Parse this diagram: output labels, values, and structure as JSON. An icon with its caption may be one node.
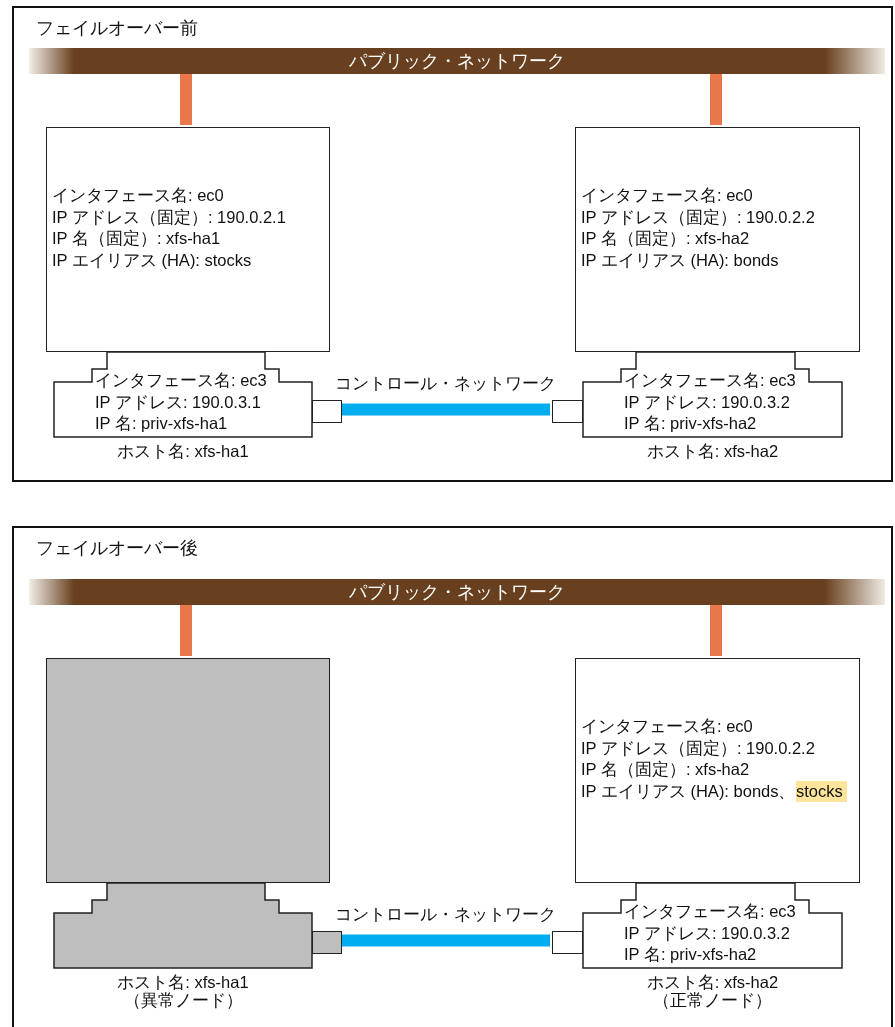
{
  "diagram": {
    "nodes": [
      {
        "text": [
          "フェイルオーバー前"
        ]
      },
      {
        "text": [
          "パブリック・ネットワーク"
        ],
        "in": 0
      },
      {
        "text": [
          "インタフェース名: ec0",
          "IP アドレス（固定）: 190.0.2.1",
          "IP 名（固定）: xfs-ha1",
          "IP エイリアス (HA): stocks"
        ],
        "in": 0
      },
      {
        "text": [
          "インタフェース名: ec3",
          "IP アドレス: 190.0.3.1",
          "IP 名: priv-xfs-ha1"
        ],
        "in": 0,
        "beside": [
          "ホスト名: xfs-ha1"
        ]
      },
      {
        "text": [],
        "shape": "box",
        "in": 0
      },
      {
        "text": [
          "インタフェース名: ec0",
          "IP アドレス（固定）: 190.0.2.2",
          "IP 名（固定）: xfs-ha2",
          "IP エイリアス (HA): bonds"
        ],
        "in": 0
      },
      {
        "text": [
          "インタフェース名: ec3",
          "IP アドレス: 190.0.3.2",
          "IP 名: priv-xfs-ha2"
        ],
        "in": 0,
        "beside": [
          "ホスト名: xfs-ha2"
        ]
      },
      {
        "text": [],
        "shape": "box",
        "in": 0
      },
      {
        "text": [
          "フェイルオーバー後"
        ]
      },
      {
        "text": [
          "パブリック・ネットワーク"
        ],
        "in": 8
      },
      {
        "text": [],
        "shape": "box",
        "in": 8
      },
      {
        "text": [],
        "shape": "box",
        "in": 8,
        "beside": [
          "ホスト名: xfs-ha1",
          "（異常ノード）"
        ]
      },
      {
        "text": [],
        "shape": "box",
        "in": 8
      },
      {
        "text": [
          "インタフェース名: ec0",
          "IP アドレス（固定）: 190.0.2.2",
          "IP 名（固定）: xfs-ha2",
          "IP エイリアス (HA): bonds、",
          "stocks"
        ],
        "in": 8
      },
      {
        "text": [
          "インタフェース名: ec3",
          "IP アドレス: 190.0.3.2",
          "IP 名: priv-xfs-ha2"
        ],
        "in": 8,
        "beside": [
          "ホスト名: xfs-ha2",
          "（正常ノード）"
        ]
      },
      {
        "text": [],
        "shape": "box",
        "in": 8
      }
    ],
    "edges": [
      {
        "from": 1,
        "to": 2,
        "arrow": "none",
        "color": "#e8784a"
      },
      {
        "from": 1,
        "to": 5,
        "arrow": "none",
        "color": "#e8784a"
      },
      {
        "from": 4,
        "to": 7,
        "arrow": "none",
        "label": "コントロール・ネットワーク",
        "color": "#00aeef"
      },
      {
        "from": 9,
        "to": 10,
        "arrow": "none",
        "color": "#e8784a"
      },
      {
        "from": 9,
        "to": 13,
        "arrow": "none",
        "color": "#e8784a"
      },
      {
        "from": 12,
        "to": 15,
        "arrow": "none",
        "label": "コントロール・ネットワーク",
        "color": "#00aeef"
      }
    ]
  }
}
